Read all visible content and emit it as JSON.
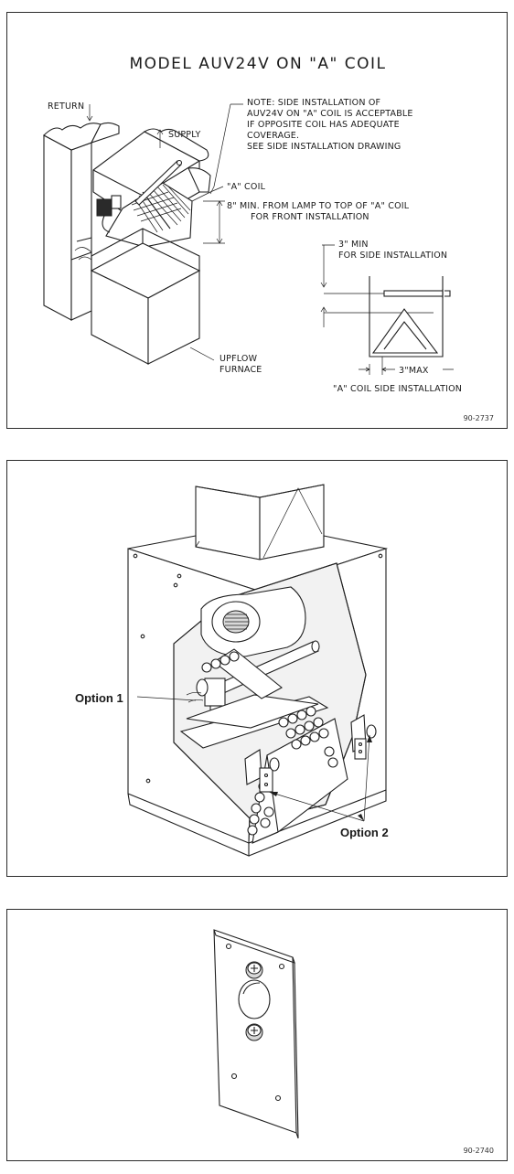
{
  "panel1": {
    "title": "MODEL AUV24V ON \"A\" COIL",
    "return_label": "RETURN",
    "supply_label": "SUPPLY",
    "note_lines": [
      "NOTE: SIDE INSTALLATION OF",
      "AUV24V ON \"A\" COIL IS ACCEPTABLE",
      "IF OPPOSITE COIL HAS ADEQUATE",
      "COVERAGE.",
      "SEE SIDE INSTALLATION DRAWING"
    ],
    "a_coil_label": "\"A\" COIL",
    "min_lamp_lines": [
      "8\" MIN. FROM LAMP TO TOP OF \"A\" COIL",
      "FOR FRONT INSTALLATION"
    ],
    "side_min_lines": [
      "3\" MIN",
      "FOR SIDE INSTALLATION"
    ],
    "max_label": "3\"MAX",
    "side_install_caption": "\"A\" COIL SIDE INSTALLATION",
    "furnace_lines": [
      "UPFLOW",
      "FURNACE"
    ],
    "figure_number": "90-2737"
  },
  "panel2": {
    "option1_label": "Option 1",
    "option2_label": "Option 2"
  },
  "panel3": {
    "figure_number": "90-2740"
  }
}
